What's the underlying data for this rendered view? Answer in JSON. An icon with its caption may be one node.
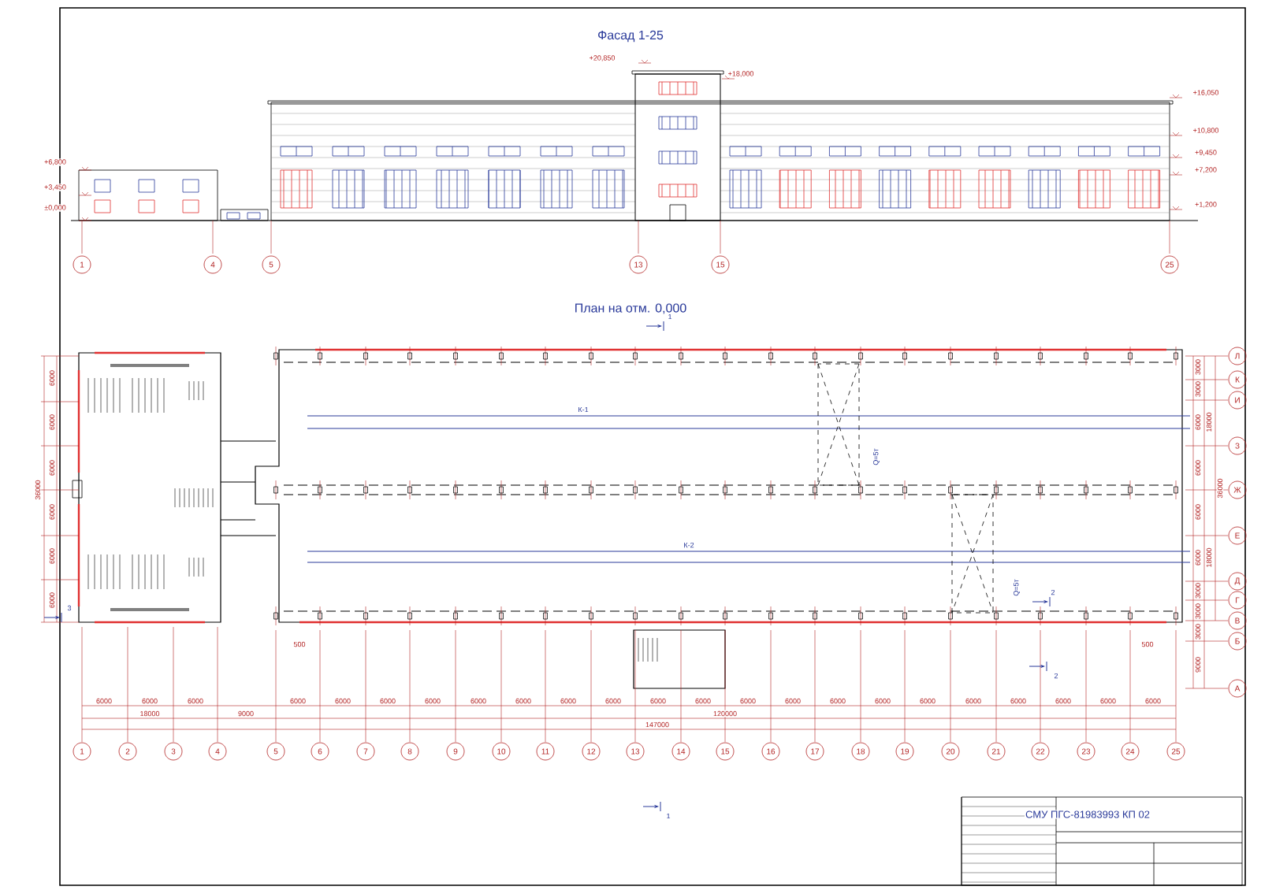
{
  "diagram": {
    "title": "Фасад 1-25",
    "nodes": [
      {
        "text": [
          "1"
        ]
      },
      {
        "text": [
          "4"
        ]
      },
      {
        "text": [
          "5"
        ]
      },
      {
        "text": [
          "13"
        ]
      },
      {
        "text": [
          "15"
        ]
      },
      {
        "text": [
          "25"
        ]
      },
      {
        "text": [
          "1"
        ]
      },
      {
        "text": [
          "2"
        ]
      },
      {
        "text": [
          "3"
        ]
      },
      {
        "text": [
          "4"
        ]
      },
      {
        "text": [
          "5"
        ]
      },
      {
        "text": [
          "6"
        ]
      },
      {
        "text": [
          "7"
        ]
      },
      {
        "text": [
          "8"
        ]
      },
      {
        "text": [
          "9"
        ]
      },
      {
        "text": [
          "10"
        ]
      },
      {
        "text": [
          "11"
        ]
      },
      {
        "text": [
          "12"
        ]
      },
      {
        "text": [
          "13"
        ]
      },
      {
        "text": [
          "14"
        ]
      },
      {
        "text": [
          "15"
        ]
      },
      {
        "text": [
          "16"
        ]
      },
      {
        "text": [
          "17"
        ]
      },
      {
        "text": [
          "18"
        ]
      },
      {
        "text": [
          "19"
        ]
      },
      {
        "text": [
          "20"
        ]
      },
      {
        "text": [
          "21"
        ]
      },
      {
        "text": [
          "22"
        ]
      },
      {
        "text": [
          "23"
        ]
      },
      {
        "text": [
          "24"
        ]
      },
      {
        "text": [
          "25"
        ]
      },
      {
        "text": [
          "Л"
        ]
      },
      {
        "text": [
          "К"
        ]
      },
      {
        "text": [
          "И"
        ]
      },
      {
        "text": [
          "З"
        ]
      },
      {
        "text": [
          "Ж"
        ]
      },
      {
        "text": [
          "Е"
        ]
      },
      {
        "text": [
          "Д"
        ]
      },
      {
        "text": [
          "Г"
        ]
      },
      {
        "text": [
          "В"
        ]
      },
      {
        "text": [
          "Б"
        ]
      },
      {
        "text": [
          "А"
        ]
      }
    ],
    "labels": [
      "+20,850",
      "+18,000",
      "+6,800",
      "+3,450",
      "±0,000",
      "+16,050",
      "+10,800",
      "+9,450",
      "+7,200",
      "+1,200",
      "План на отм. 0,000",
      "1",
      "К-1",
      "Q=5т",
      "К-2",
      "Q=5т",
      "2",
      "3",
      "500",
      "500",
      "2",
      "1",
      "6000",
      "6000",
      "6000",
      "6000",
      "6000",
      "6000",
      "36000",
      "3000",
      "3000",
      "6000",
      "6000",
      "6000",
      "6000",
      "3000",
      "3000",
      "3000",
      "9000",
      "18000",
      "18000",
      "36000",
      "6000",
      "6000",
      "6000",
      "18000",
      "9000",
      "6000",
      "6000",
      "6000",
      "6000",
      "6000",
      "6000",
      "6000",
      "6000",
      "6000",
      "6000",
      "6000",
      "6000",
      "6000",
      "6000",
      "6000",
      "6000",
      "6000",
      "6000",
      "6000",
      "6000",
      "120000",
      "147000",
      "СМУ ПГС-81983993 КП 02"
    ]
  }
}
